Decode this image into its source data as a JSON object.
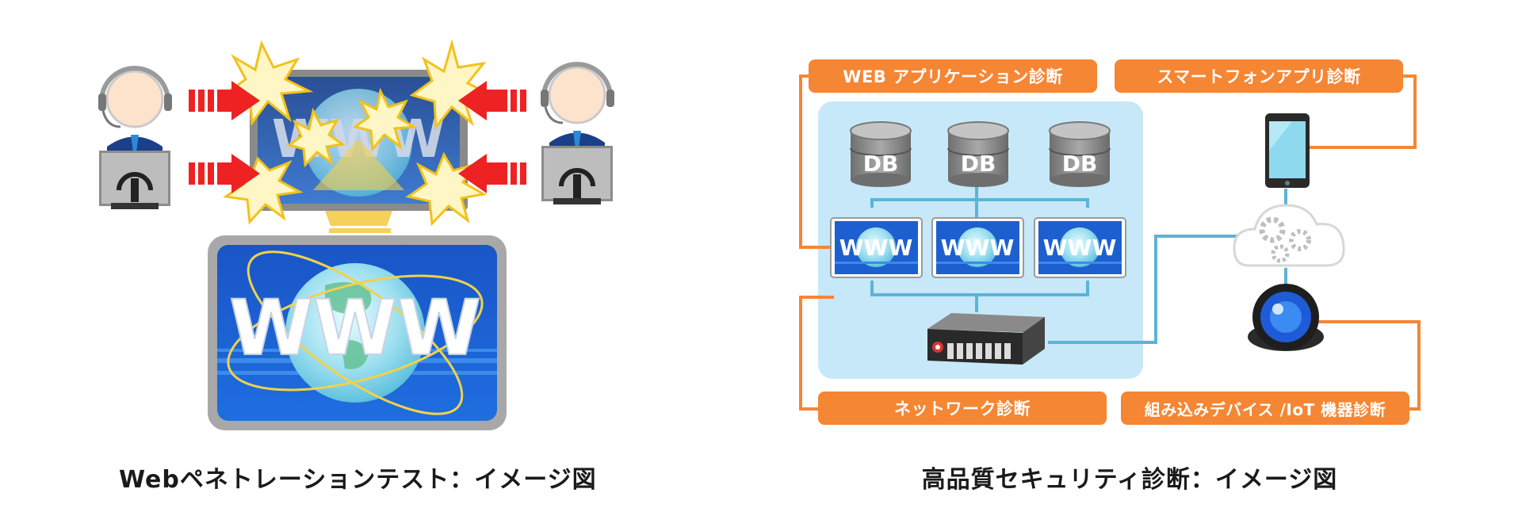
{
  "left_diagram": {
    "caption": "Webペネトレーションテスト：イメージ図",
    "monitor_text": "WWW",
    "screen_text": "WWW"
  },
  "right_diagram": {
    "caption": "高品質セキュリティ診断：イメージ図",
    "labels": {
      "web_app": "WEB アプリケーション診断",
      "smartphone": "スマートフォンアプリ診断",
      "network": "ネットワーク診断",
      "embedded": "組み込みデバイス /IoT 機器診断"
    },
    "db_label": "DB",
    "www_label": "WWW"
  },
  "colors": {
    "orange": "#f58634",
    "panel_blue": "#c7e8f8",
    "line_blue": "#5bb4d6",
    "screen_blue": "#1d5fcf",
    "arrow_red": "#ee2222"
  },
  "icons": [
    "operator-icon",
    "monitor-icon",
    "burst-icon",
    "arrow-icon",
    "database-icon",
    "www-server-icon",
    "router-icon",
    "smartphone-icon",
    "cloud-gear-icon",
    "camera-icon"
  ]
}
